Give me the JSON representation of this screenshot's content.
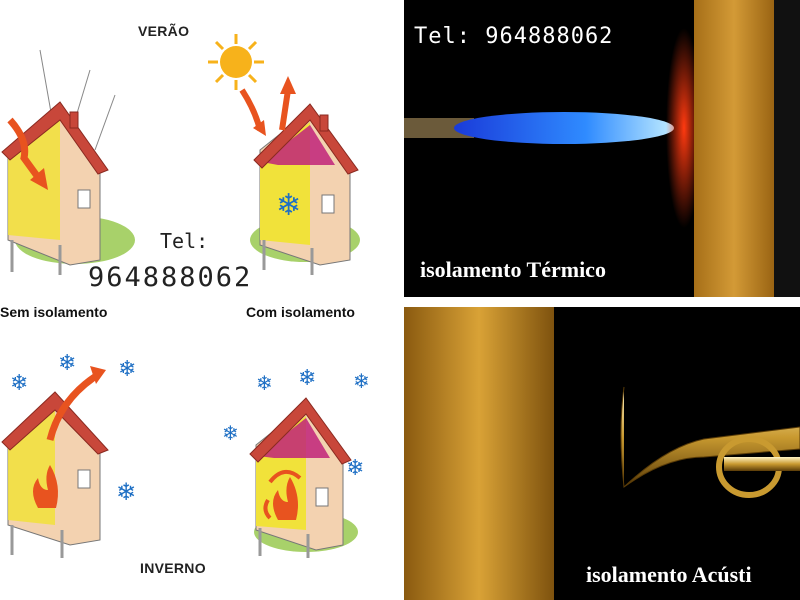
{
  "diagram": {
    "summer_label": "VERÃO",
    "winter_label": "INVERNO",
    "without_insulation_label": "Sem isolamento",
    "with_insulation_label": "Com isolamento",
    "phone_prefix": "Tel:",
    "phone_number": "964888062"
  },
  "photos": {
    "thermal": {
      "phone": "Tel: 964888062",
      "label": "isolamento Térmico"
    },
    "acoustic": {
      "label": "isolamento Acústi"
    }
  },
  "colors": {
    "roof": "#c8473a",
    "wall": "#f3d2b0",
    "insulation": "#f1e23a",
    "arrow": "#e8531f",
    "snow": "#1e6fc4",
    "sun": "#f7b21b",
    "grass": "#a8d16a"
  },
  "icons": [
    "sun-icon",
    "snowflake-icon",
    "flame-icon",
    "heat-arrow-icon"
  ]
}
